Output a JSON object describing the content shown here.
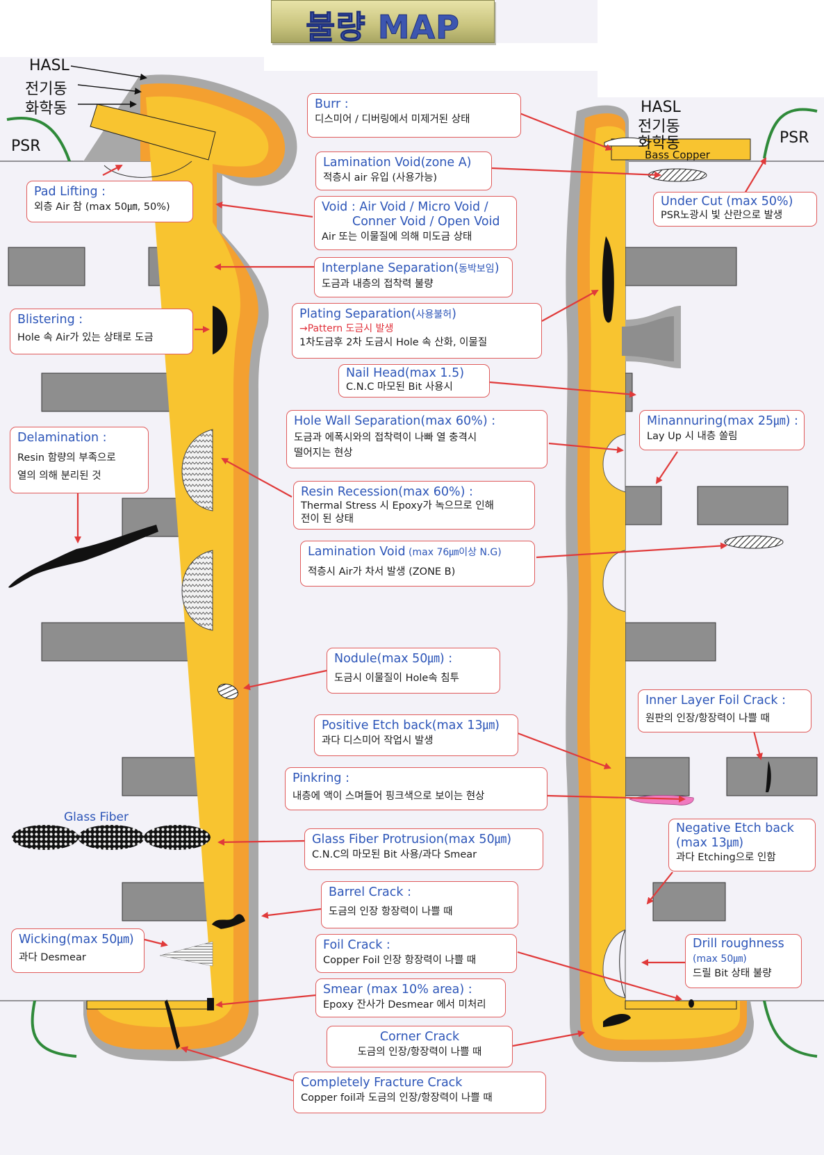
{
  "title": "불량 MAP",
  "labels": {
    "hasl_left": "HASL",
    "electro_copper_left": "전기동",
    "chem_copper_left": "화학동",
    "psr_left": "PSR",
    "hasl_right": "HASL",
    "electro_copper_right": "전기동",
    "chem_copper_right": "화학동",
    "base_copper": "Bass Copper",
    "psr_right": "PSR",
    "glass_fiber": "Glass Fiber"
  },
  "defects": {
    "burr": {
      "name": "Burr :",
      "desc": "디스미어 / 디버링에서 미제거된 상태"
    },
    "lamination_void_a": {
      "name": "Lamination Void(zone A)",
      "desc": "적층시 air 유입 (사용가능)"
    },
    "pad_lifting": {
      "name": "Pad Lifting :",
      "desc": "외층 Air 참 (max 50㎛, 50%)"
    },
    "void": {
      "name": "Void : Air Void / Micro Void /",
      "name2": "Conner Void / Open Void",
      "desc": "Air 또는 이물질에 의해 미도금 상태"
    },
    "under_cut": {
      "name": "Under Cut (max 50%)",
      "desc": "PSR노광시 빛 산란으로 발생"
    },
    "interplane_separation": {
      "name": "Interplane Separation(",
      "name_small": "동박보임",
      "name_end": ")",
      "desc": "도금과 내층의 접착력 불량"
    },
    "plating_separation": {
      "name": "Plating Separation(",
      "name_small": "사용불허",
      "name_end": ")",
      "note": "→Pattern 도금시 발생",
      "desc": "1차도금후 2차 도금시 Hole 속 산화, 이물질"
    },
    "blistering": {
      "name": "Blistering :",
      "desc": "Hole 속 Air가 있는 상태로 도금"
    },
    "nail_head": {
      "name": "Nail Head(max 1.5)",
      "desc": "C.N.C 마모된 Bit 사용시"
    },
    "hole_wall_separation": {
      "name": "Hole Wall Separation(max 60%) :",
      "desc": "도금과 에폭시와의 접착력이 나빠 열 충격시",
      "desc2": "떨어지는 현상"
    },
    "minannuring": {
      "name": "Minannuring(max 25㎛) :",
      "desc": "Lay Up 시 내층 쏠림"
    },
    "delamination": {
      "name": "Delamination :",
      "desc": "Resin 함량의 부족으로",
      "desc2": "열의 의해 분리된 것"
    },
    "resin_recession": {
      "name": "Resin Recession(max 60%) :",
      "desc": "Thermal Stress 시 Epoxy가 녹으므로 인해",
      "desc2": "전이 된 상태"
    },
    "lamination_void_b": {
      "name": "Lamination Void",
      "name_small": " (max 76㎛이상 N.G)",
      "desc": "적층시 Air가 차서 발생 (ZONE B)"
    },
    "nodule": {
      "name": "Nodule(max 50㎛) :",
      "desc": "도금시 이물질이 Hole속 침투"
    },
    "inner_layer_foil_crack": {
      "name": "Inner Layer Foil Crack :",
      "desc": "원판의 인장/항장력이 나쁠 때"
    },
    "positive_etch_back": {
      "name": "Positive Etch back(max 13㎛)",
      "desc": "과다 디스미어 작업시 발생"
    },
    "pinkring": {
      "name": "Pinkring :",
      "desc": "내층에 액이 스며들어 핑크색으로 보이는 현상"
    },
    "negative_etch_back": {
      "name": "Negative Etch back",
      "name2": "(max 13㎛)",
      "desc": "과다 Etching으로 인함"
    },
    "glass_fiber_protrusion": {
      "name": "Glass Fiber Protrusion(max 50㎛)",
      "desc": "C.N.C의 마모된 Bit 사용/과다 Smear"
    },
    "barrel_crack": {
      "name": "Barrel Crack :",
      "desc": "도금의 인장 항장력이 나쁠 때"
    },
    "wicking": {
      "name": "Wicking(max 50㎛)",
      "desc": "과다 Desmear"
    },
    "foil_crack": {
      "name": "Foil Crack :",
      "desc": "Copper Foil 인장 항장력이 나쁠 때"
    },
    "drill_roughness": {
      "name": "Drill roughness",
      "name_small": "(max 50㎛)",
      "desc": "드릴 Bit 상태 불량"
    },
    "smear": {
      "name": "Smear (max 10% area) :",
      "desc": "Epoxy 잔사가 Desmear 에서 미처리"
    },
    "corner_crack": {
      "name": "Corner Crack",
      "desc": "도금의 인장/항장력이 나쁠 때"
    },
    "completely_fracture_crack": {
      "name": "Completely Fracture Crack",
      "desc": "Copper foil과 도금의 인장/항장력이 나쁠 때"
    }
  },
  "colors": {
    "title_text": "#3d56b0",
    "heading": "#2c55b8",
    "box_border": "#e05a5a",
    "plating_outer": "#f4a030",
    "plating_inner": "#f8c430",
    "hasl_gray": "#a8a8a8",
    "inner_layer": "#8e8e8e",
    "psr_green": "#2f8a3a",
    "arrow_red": "#e03a3a"
  }
}
